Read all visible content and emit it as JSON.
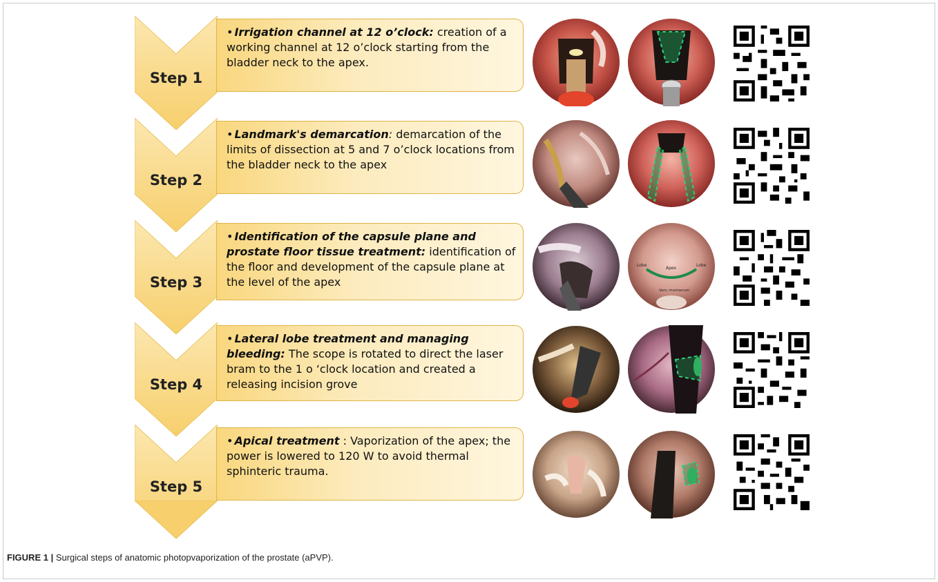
{
  "steps": [
    {
      "label": "Step 1",
      "title": "Irrigation channel at 12 o’clock:",
      "text": " creation of a working channel at 12 o’clock starting from the bladder neck to the apex."
    },
    {
      "label": "Step 2",
      "title": "Landmark's demarcation",
      "title_suffix": ":",
      "text": " demarcation of the limits of dissection at 5 and 7 o’clock locations from the bladder neck to the apex"
    },
    {
      "label": "Step 3",
      "title": "Identification of the capsule plane and prostate floor tissue treatment:",
      "text": "  identification of the floor and  development of the capsule plane at the level of the apex"
    },
    {
      "label": "Step 4",
      "title": "Lateral lobe treatment and managing bleeding:",
      "text": " The scope is rotated to direct the laser bram to the 1 o ‘clock location and created a releasing incision grove"
    },
    {
      "label": "Step 5",
      "title": "Apical treatment",
      "text": " : Vaporization of the apex; the power is lowered to 120 W to avoid thermal sphinteric trauma."
    }
  ],
  "image_annotations": {
    "lobe_left": "Lobe",
    "apex": "Apex",
    "lobe_right": "Lobe",
    "veru": "Veru montanum"
  },
  "caption": {
    "lead": "FIGURE 1 |",
    "text": " Surgical steps of anatomic photopvaporization of the prostate (aPVP)."
  },
  "colors": {
    "chevron": "#fbd98a",
    "chevron_edge": "#e9c463",
    "box_start": "#f9d77e",
    "box_end": "#fff6df",
    "dash_green": "#1f8a4c"
  }
}
